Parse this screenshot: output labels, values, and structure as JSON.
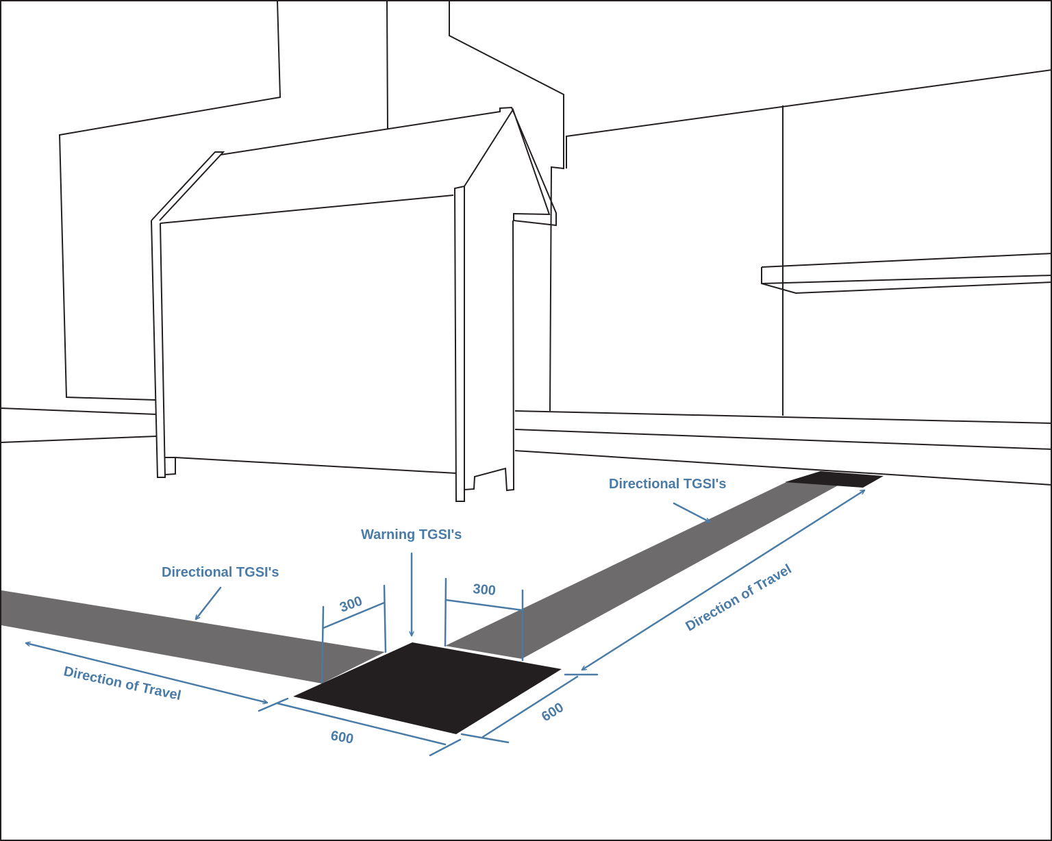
{
  "labels": {
    "warning": "Warning TGSI's",
    "directional_left": "Directional TGSI's",
    "directional_right": "Directional TGSI's",
    "travel_left": "Direction of Travel",
    "travel_right": "Direction of Travel",
    "dim_300_left": "300",
    "dim_300_right": "300",
    "dim_600_front": "600",
    "dim_600_side": "600"
  },
  "colors": {
    "outline": "#231f20",
    "directional_strip": "#6d6b6c",
    "warning_tile": "#231f20",
    "annotation": "#4a7ba6",
    "background": "#ffffff"
  }
}
